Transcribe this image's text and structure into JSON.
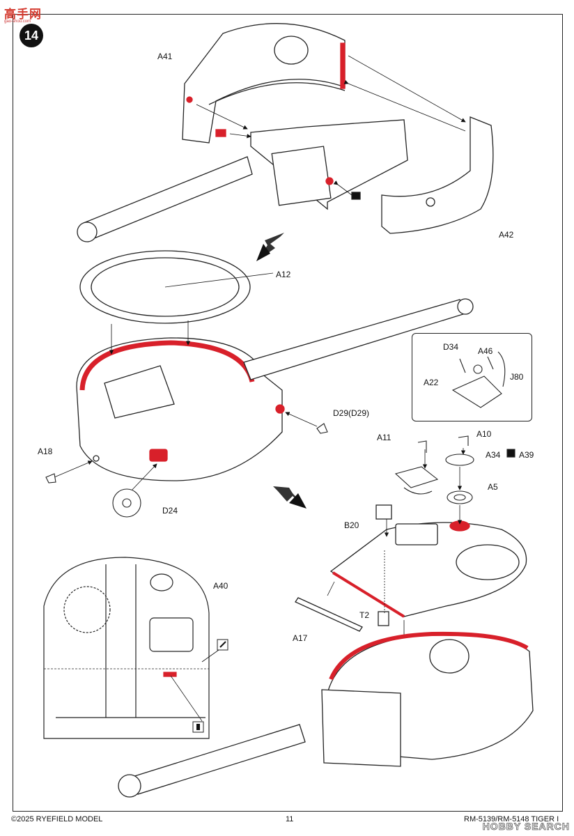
{
  "site": {
    "logo_text": "高手网",
    "logo_url": "gao-shou.com"
  },
  "step": {
    "number": "14"
  },
  "labels": {
    "a41": "A41",
    "a42": "A42",
    "a12": "A12",
    "d34": "D34",
    "a46": "A46",
    "j80": "J80",
    "a22": "A22",
    "d29": "D29(D29)",
    "a11": "A11",
    "a10": "A10",
    "a34": "A34",
    "a39": "A39",
    "a5": "A5",
    "a18": "A18",
    "d24": "D24",
    "b20": "B20",
    "a40": "A40",
    "t2": "T2",
    "a17": "A17"
  },
  "footer": {
    "copyright": "©2025 RYEFIELD MODEL",
    "page": "11",
    "kit": "RM-5139/RM-5148 TIGER I",
    "watermark": "HOBBY SEARCH"
  },
  "colors": {
    "accent_red": "#d8202a",
    "line": "#222222",
    "gray": "#cccccc"
  },
  "icons": [
    "glue-icon",
    "paint-brush-icon",
    "cement-icon",
    "direction-arrow-icon"
  ]
}
